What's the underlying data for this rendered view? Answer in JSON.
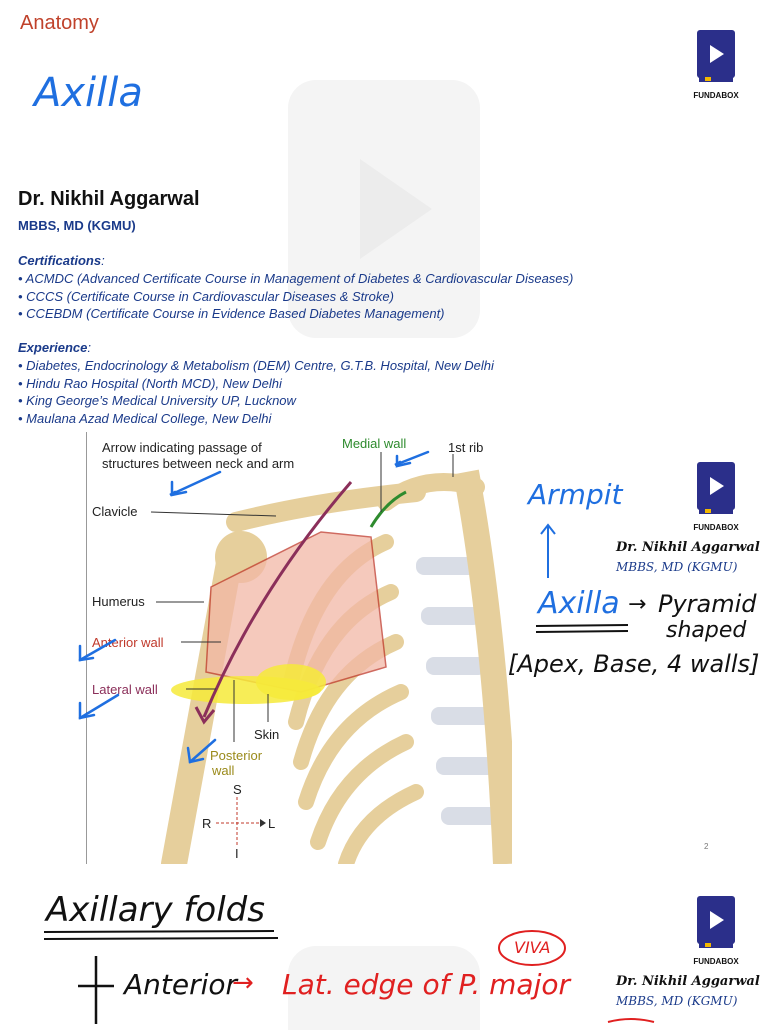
{
  "header": {
    "subject": "Anatomy",
    "handwritten_title": "Axilla"
  },
  "brand": {
    "name": "FUNDABOX",
    "logo_color": "#2b2f8a",
    "play_color": "#ffffff",
    "accent_color": "#f3b800"
  },
  "author": {
    "name": "Dr. Nikhil Aggarwal",
    "degree": "MBBS, MD (KGMU)",
    "certifications_title": "Certifications",
    "certifications": [
      "• ACMDC (Advanced Certificate Course in Management of Diabetes & Cardiovascular Diseases)",
      "• CCCS (Certificate Course in Cardiovascular Diseases & Stroke)",
      "• CCEBDM (Certificate Course in Evidence Based Diabetes Management)"
    ],
    "experience_title": "Experience",
    "experience": [
      "• Diabetes, Endocrinology & Metabolism (DEM) Centre, G.T.B. Hospital, New Delhi",
      "• Hindu Rao Hospital (North MCD), New Delhi",
      "• King George’s Medical University UP, Lucknow",
      "• Maulana Azad Medical College, New Delhi"
    ]
  },
  "diagram": {
    "labels": {
      "arrow": "Arrow indicating passage of structures between neck and arm",
      "arrow_line1": "Arrow indicating passage of",
      "arrow_line2": "structures between neck and arm",
      "medial_wall": "Medial wall",
      "first_rib": "1st rib",
      "clavicle": "Clavicle",
      "humerus": "Humerus",
      "anterior_wall": "Anterior wall",
      "lateral_wall": "Lateral wall",
      "skin": "Skin",
      "posterior_wall_1": "Posterior",
      "posterior_wall_2": "wall",
      "compass_s": "S",
      "compass_r": "R",
      "compass_l": "L",
      "compass_i": "I"
    },
    "colors": {
      "medial_wall": "#2e8b2e",
      "anterior_wall": "#c0392b",
      "lateral_wall": "#8b2f5a",
      "posterior_wall": "#9a8a1a",
      "bone": "#e6cf9c",
      "wall_fill": "#f2b7a6"
    }
  },
  "slide2_notes": {
    "armpit": "Armpit",
    "axilla": "Axilla",
    "arrow": "→",
    "pyramid": "Pyramid",
    "shaped": "shaped",
    "list": "[Apex, Base, 4 walls]",
    "signature_name": "Dr. Nikhil Aggarwal",
    "signature_degree": "MBBS, MD (KGMU)",
    "page_number": "2"
  },
  "slide3_notes": {
    "title": "Axillary folds",
    "anterior": "Anterior",
    "arrow": "→",
    "detail": "Lat. edge of P. major",
    "viva": "VIVA",
    "signature_name": "Dr. Nikhil Aggarwal",
    "signature_degree": "MBBS, MD (KGMU)"
  }
}
